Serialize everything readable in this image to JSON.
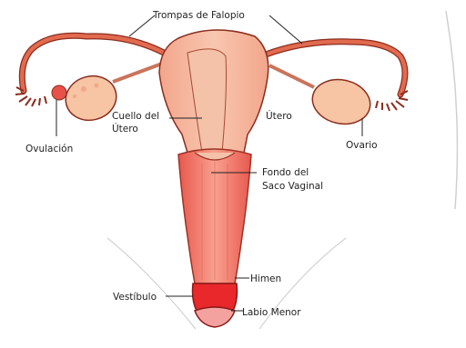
{
  "labels": {
    "fallopian_tubes": "Trompas de Falopio",
    "ovulation": "Ovulación",
    "cervix_line1": "Cuello del",
    "cervix_line2": "Útero",
    "uterus": "Útero",
    "ovary": "Ovario",
    "fornix_line1": "Fondo del",
    "fornix_line2": "Saco Vaginal",
    "hymen": "Himen",
    "vestibule": "Vestíbulo",
    "labia_minora": "Labio Menor"
  },
  "colors": {
    "outline": "#8a2d1e",
    "tube": "#e26a4e",
    "uterus": "#f6b39a",
    "ovary": "#f7c4a4",
    "inner": "#f3c2a8",
    "vagina": "#f06e64",
    "vestibule": "#e8282a",
    "leader": "#222222"
  }
}
